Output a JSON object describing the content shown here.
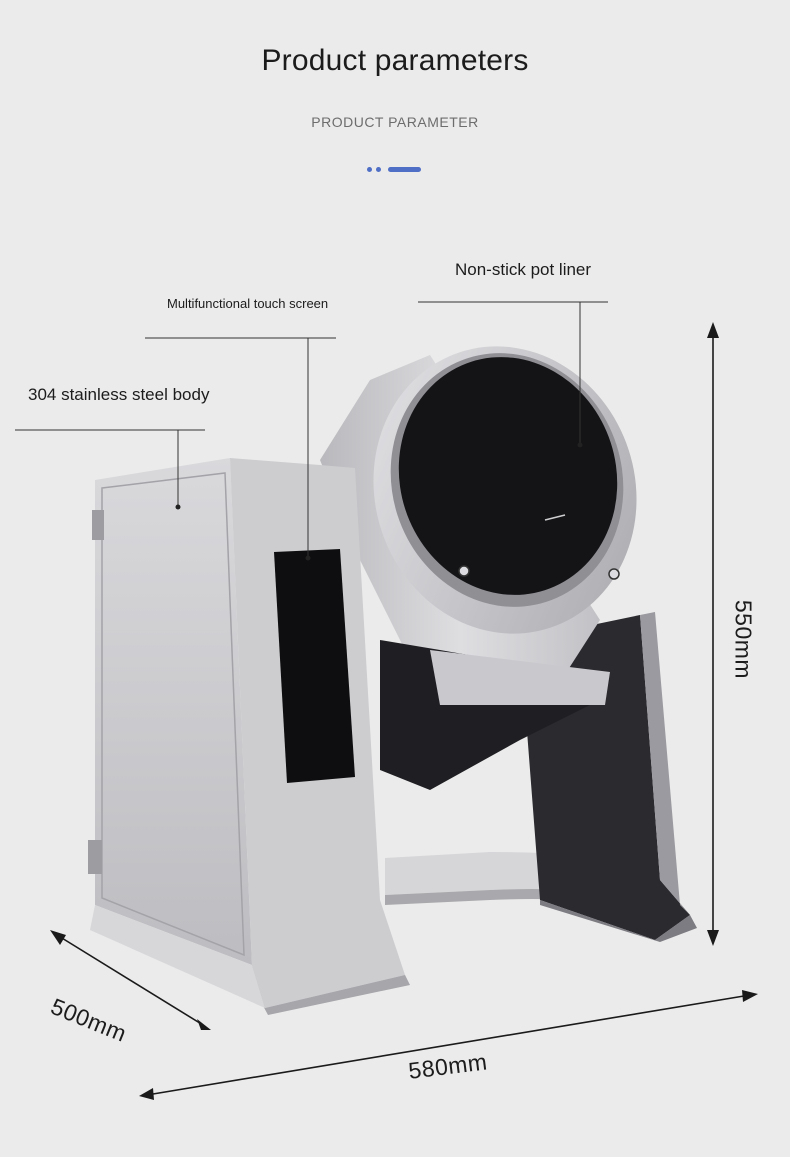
{
  "header": {
    "title": "Product parameters",
    "subtitle": "PRODUCT PARAMETER",
    "accent_color": "#4f6fc6"
  },
  "callouts": {
    "body_material": "304 stainless steel body",
    "touch_screen": "Multifunctional touch screen",
    "pot_liner": "Non-stick pot liner"
  },
  "dimensions": {
    "depth": "500mm",
    "width": "580mm",
    "height": "550mm"
  },
  "product": {
    "image": "stainless-steel-cooking-machine",
    "colors": {
      "steel": "#cfcfd2",
      "dark": "#1a1a1e",
      "background": "#ebebeb"
    }
  }
}
